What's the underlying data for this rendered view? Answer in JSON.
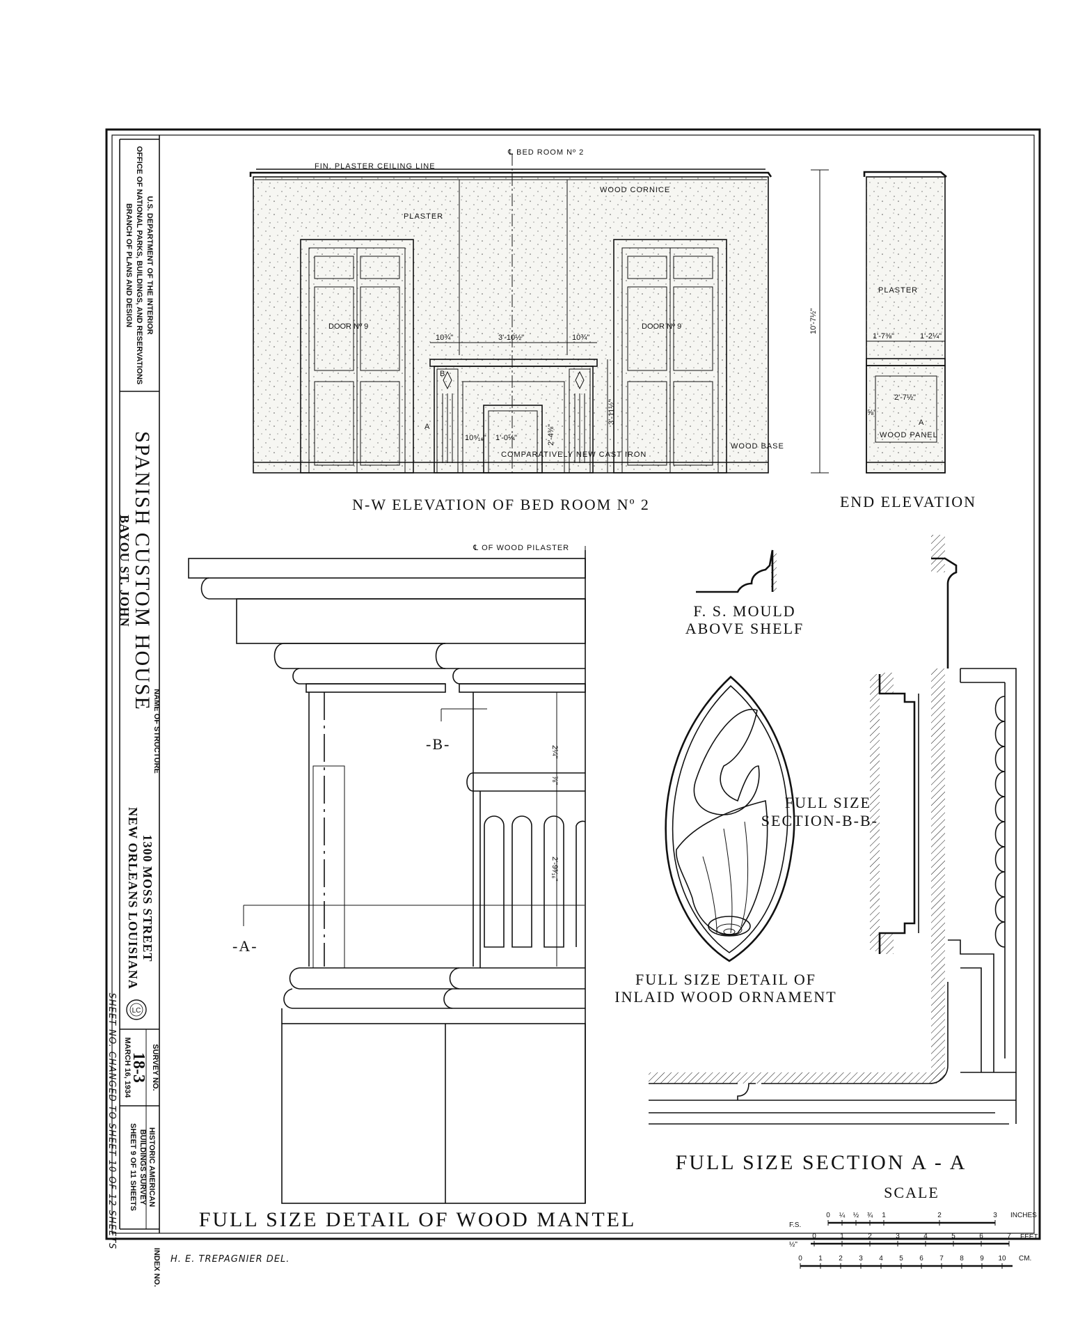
{
  "title_block": {
    "agency_line1": "U.S. DEPARTMENT OF THE INTERIOR",
    "agency_line2": "OFFICE OF NATIONAL PARKS, BUILDINGS, AND RESERVATIONS",
    "agency_line3": "BRANCH OF PLANS AND DESIGN",
    "structure_name": "SPANISH CUSTOM HOUSE",
    "structure_sub": "BAYOU ST. JOHN",
    "name_label": "NAME OF STRUCTURE",
    "address_line1": "1300 MOSS STREET",
    "address_line2": "NEW ORLEANS    LOUISIANA",
    "survey_label": "SURVEY NO.",
    "survey_number": "18-3",
    "date": "MARCH 16, 1934",
    "habs_line1": "HISTORIC AMERICAN",
    "habs_line2": "BUILDINGS SURVEY",
    "sheet_line": "SHEET 9 OF 11 SHEETS",
    "index_label": "INDEX NO.",
    "stamp_text": "LC",
    "handwritten_note": "SHEET NO. CHANGED TO  SHEET 10 OF 12 SHEETS"
  },
  "drawings": {
    "nw_elevation": {
      "title": "N-W ELEVATION OF BED ROOM Nº 2",
      "labels": {
        "ceiling_line": "FIN. PLASTER CEILING LINE",
        "centerline": "℄ BED ROOM Nº 2",
        "cornice": "WOOD CORNICE",
        "plaster": "PLASTER",
        "door_left": "DOOR   Nº 9",
        "door_right": "DOOR   Nº 9",
        "wood_base": "WOOD BASE",
        "cast_iron": "COMPARATIVELY NEW CAST IRON",
        "section_a": "A",
        "section_b": "B"
      },
      "dimensions": {
        "pilaster_left": "10¾\"",
        "opening": "3'-10½\"",
        "pilaster_right": "10¾\"",
        "mantel_height": "3'-11½\"",
        "firebox_height": "2'-4⅜\"",
        "pilaster_w": "10⁹⁄₁₆\"",
        "firebox_w": "1'-0¼\"",
        "room_height": "10'-7½\""
      }
    },
    "end_elevation": {
      "title": "END ELEVATION",
      "labels": {
        "plaster": "PLASTER",
        "wood_panel": "WOOD PANEL",
        "section_a": "A"
      },
      "dimensions": {
        "d1": "1'-7⅜\"",
        "d2": "1'-2¼\"",
        "d3": "2'-7½\"",
        "d4": "⅝\""
      }
    },
    "mantel_detail": {
      "title": "FULL SIZE DETAIL OF WOOD MANTEL",
      "labels": {
        "pilaster_cl": "℄ OF WOOD PILASTER",
        "section_b": "-B-",
        "section_a": "-A-"
      },
      "dimensions": {
        "d1": "2¼\"",
        "d2": "⅞\"",
        "d3": "2'-9³⁄₁₆\""
      }
    },
    "mould": {
      "title_line1": "F. S. MOULD",
      "title_line2": "ABOVE SHELF"
    },
    "ornament": {
      "title_line1": "FULL SIZE DETAIL OF",
      "title_line2": "INLAID WOOD ORNAMENT"
    },
    "section_bb": {
      "title_line1": "FULL SIZE",
      "title_line2": "SECTION-B-B-"
    },
    "section_aa": {
      "title": "FULL SIZE SECTION  A - A"
    }
  },
  "scale": {
    "title": "SCALE",
    "fs_label": "F.S.",
    "fs_ticks": [
      "0",
      "¼",
      "½",
      "¾",
      "1",
      "2",
      "3"
    ],
    "fs_unit": "INCHES",
    "half_label": "½\"",
    "half_ticks": [
      "0",
      "1",
      "2",
      "3",
      "4",
      "5",
      "6",
      "7"
    ],
    "half_unit": "FEET",
    "cm_ticks": [
      "0",
      "1",
      "2",
      "3",
      "4",
      "5",
      "6",
      "7",
      "8",
      "9",
      "10"
    ],
    "cm_unit": "CM."
  },
  "delineator": "H. E. TREPAGNIER  DEL."
}
